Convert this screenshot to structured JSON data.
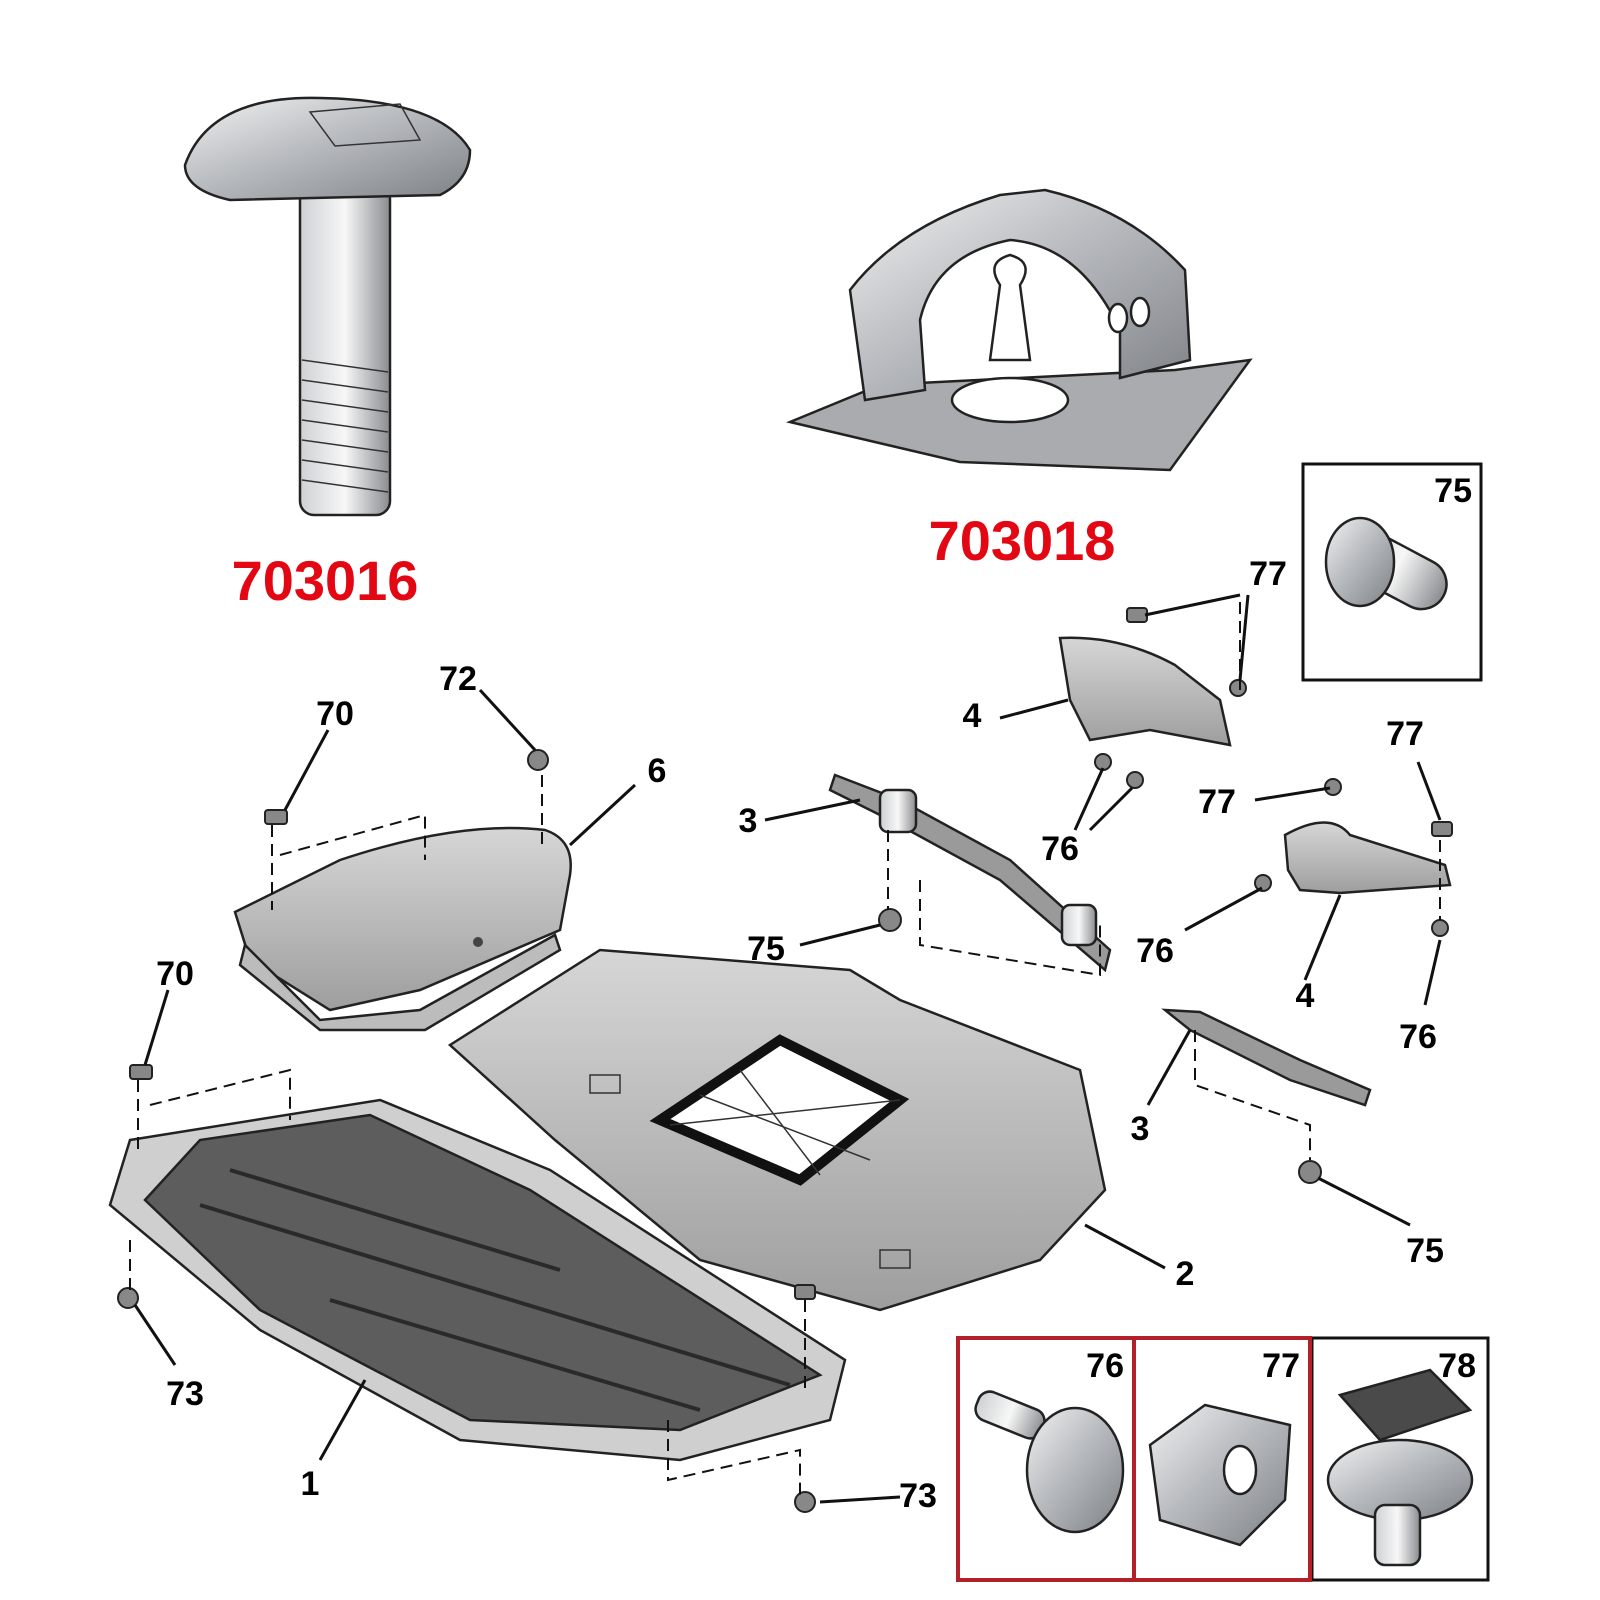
{
  "part_codes": {
    "screw": "703016",
    "clip": "703018",
    "color": "#e30613"
  },
  "callouts": {
    "c70a": "70",
    "c72": "72",
    "c6": "6",
    "c70b": "70",
    "c73a": "73",
    "c1": "1",
    "c73b": "73",
    "c2": "2",
    "c3a": "3",
    "c75a": "75",
    "c4a": "4",
    "c77a": "77",
    "c76a": "76",
    "c77b": "77",
    "c77c": "77",
    "c76b": "76",
    "c4b": "4",
    "c76c": "76",
    "c3b": "3",
    "c75b": "75"
  },
  "insets": {
    "i75": "75",
    "i76": "76",
    "i77": "77",
    "i78": "78",
    "highlight_color": "#b3202a"
  }
}
